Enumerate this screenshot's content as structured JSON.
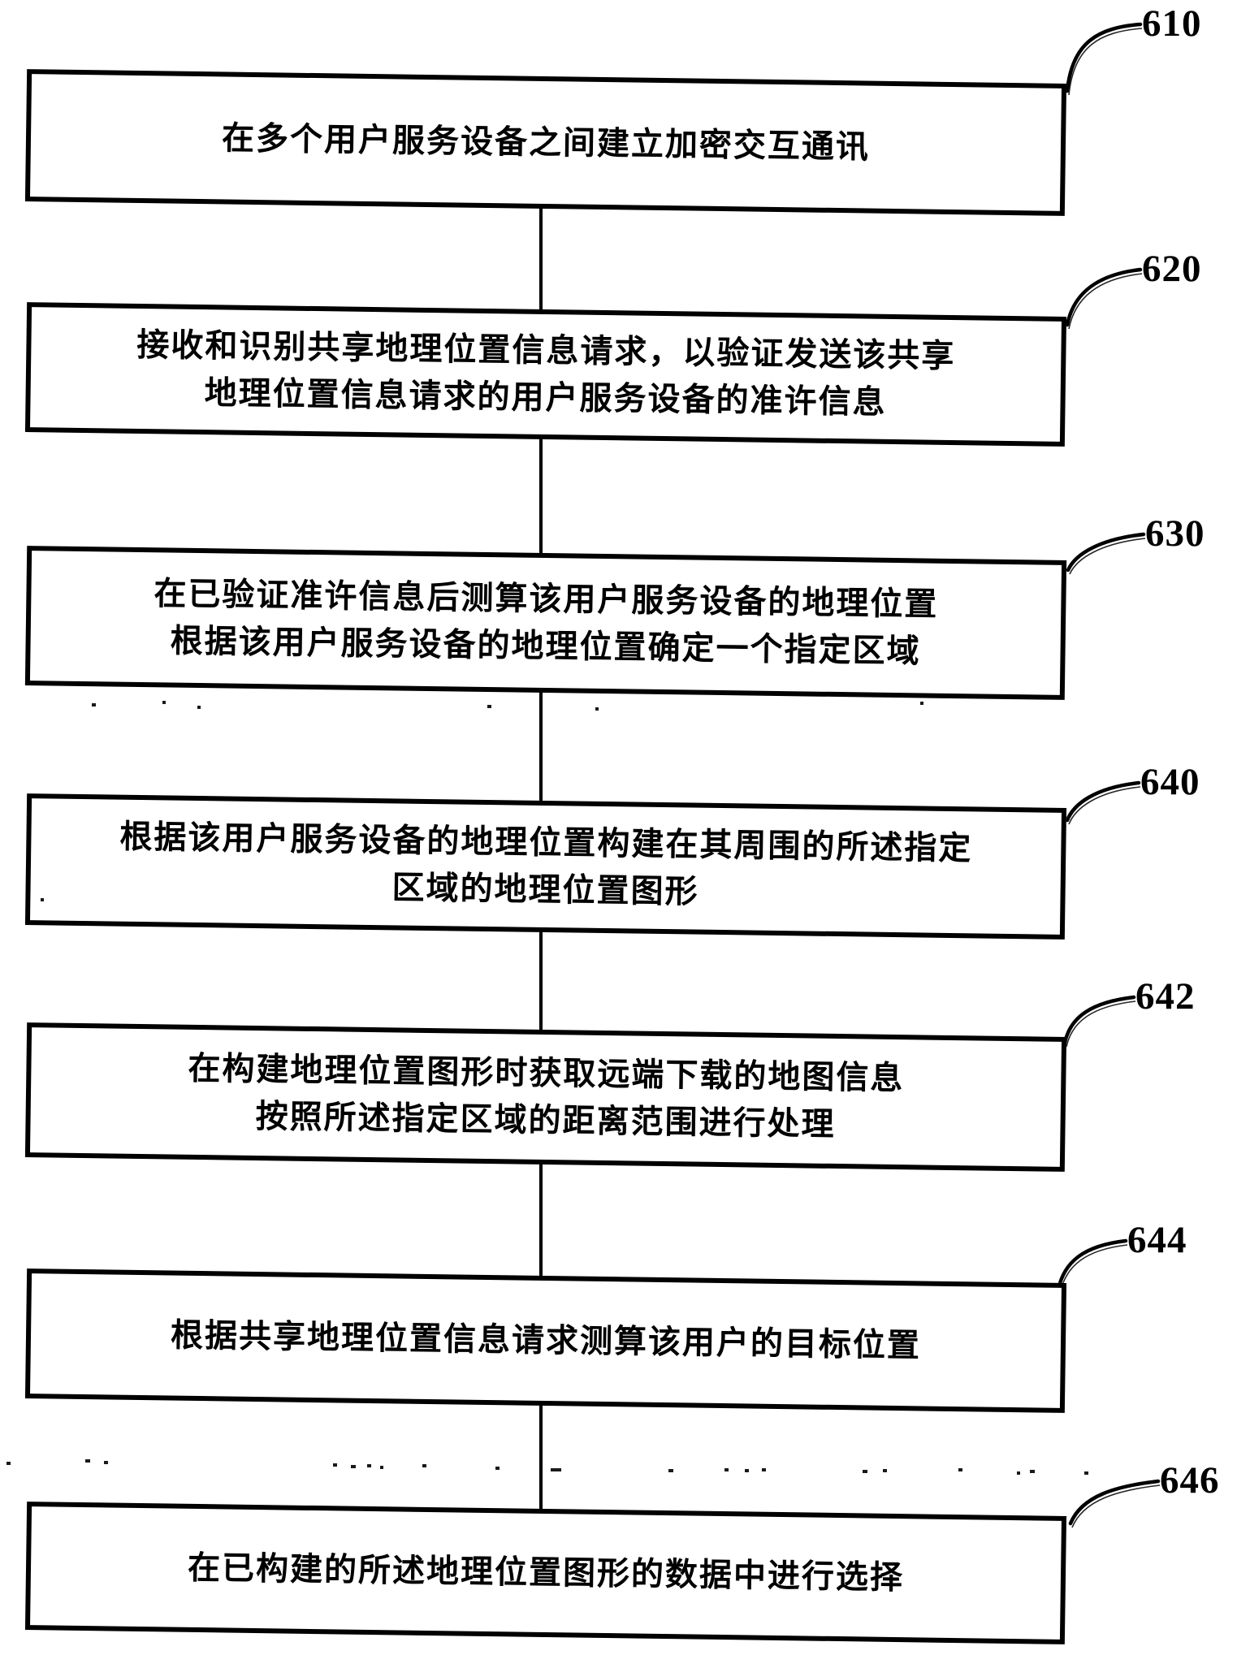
{
  "figure": {
    "type": "flowchart",
    "steps": [
      {
        "id": "610",
        "lines": [
          "在多个用户服务设备之间建立加密交互通讯"
        ]
      },
      {
        "id": "620",
        "lines": [
          "接收和识别共享地理位置信息请求，以验证发送该共享",
          "地理位置信息请求的用户服务设备的准许信息"
        ]
      },
      {
        "id": "630",
        "lines": [
          "在已验证准许信息后测算该用户服务设备的地理位置",
          "根据该用户服务设备的地理位置确定一个指定区域"
        ]
      },
      {
        "id": "640",
        "lines": [
          "根据该用户服务设备的地理位置构建在其周围的所述指定",
          "区域的地理位置图形"
        ]
      },
      {
        "id": "642",
        "lines": [
          "在构建地理位置图形时获取远端下载的地图信息",
          "按照所述指定区域的距离范围进行处理"
        ]
      },
      {
        "id": "644",
        "lines": [
          "根据共享地理位置信息请求测算该用户的目标位置"
        ]
      },
      {
        "id": "646",
        "lines": [
          "在已构建的所述地理位置图形的数据中进行选择"
        ]
      }
    ],
    "ink_color": "#000000",
    "background_color": "#ffffff"
  }
}
